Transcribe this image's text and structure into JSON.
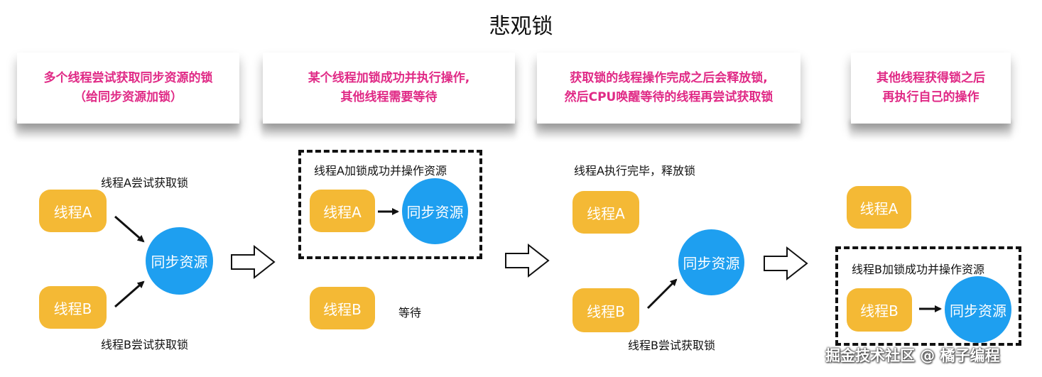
{
  "title": "悲观锁",
  "steps": [
    {
      "caption_line1": "多个线程尝试获取同步资源的锁",
      "caption_line2": "（给同步资源加锁）"
    },
    {
      "caption_line1": "某个线程加锁成功并执行操作,",
      "caption_line2": "其他线程需要等待"
    },
    {
      "caption_line1": "获取锁的线程操作完成之后会释放锁,",
      "caption_line2": "然后CPU唤醒等待的线程再尝试获取锁"
    },
    {
      "caption_line1": "其他线程获得锁之后",
      "caption_line2": "再执行自己的操作"
    }
  ],
  "nodes": {
    "thread_a": "线程A",
    "thread_b": "线程B",
    "sync_resource": "同步资源"
  },
  "labels": {
    "s1_a_try": "线程A尝试获取锁",
    "s1_b_try": "线程B尝试获取锁",
    "s2_a_locked": "线程A加锁成功并操作资源",
    "s2_wait": "等待",
    "s3_a_done": "线程A执行完毕，释放锁",
    "s3_b_try": "线程B尝试获取锁",
    "s4_b_locked": "线程B加锁成功并操作资源"
  },
  "watermark": "掘金技术社区 @ 橘子编程",
  "colors": {
    "caption_text": "#e02a86",
    "thread_node": "#f4b935",
    "resource_node": "#1e9ff0"
  }
}
